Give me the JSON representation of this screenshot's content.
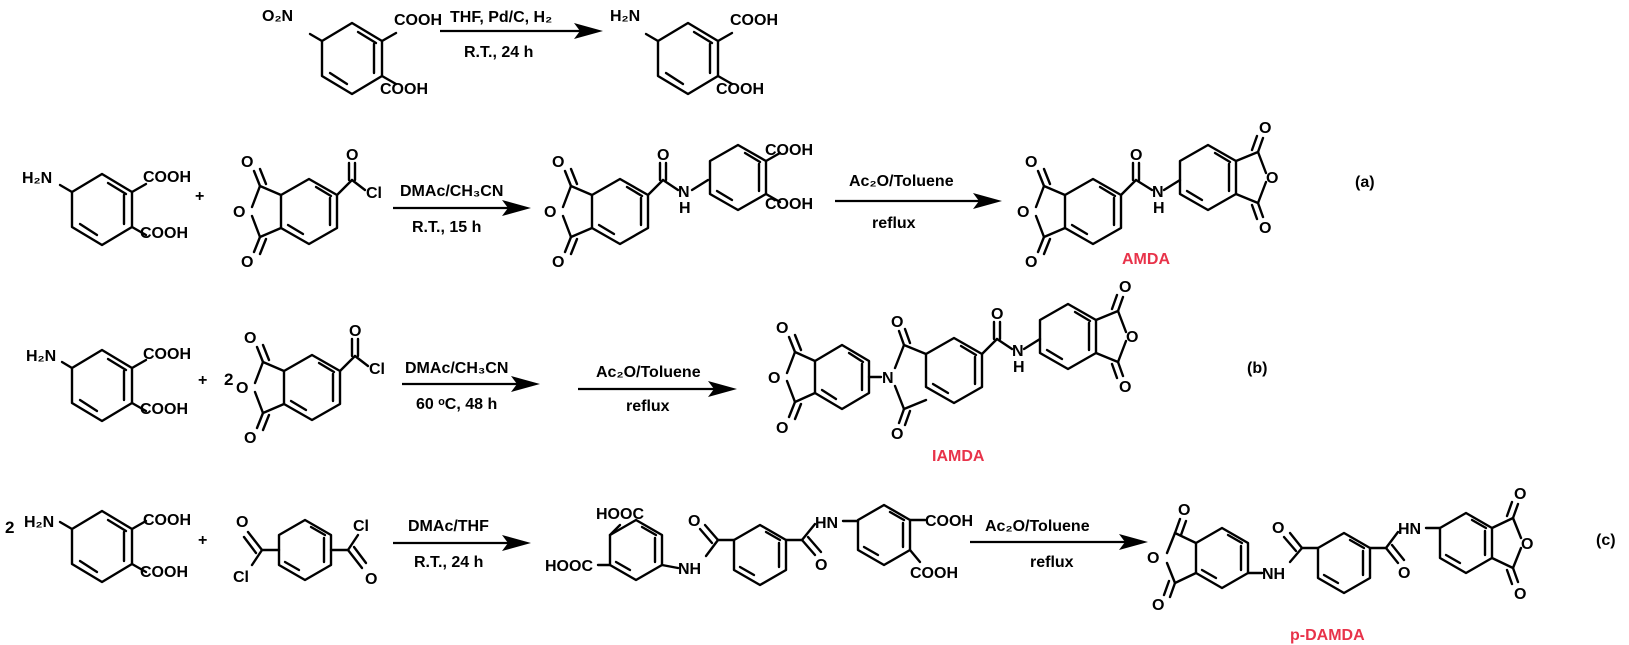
{
  "colors": {
    "ink": "#000000",
    "highlight": "#e8334a",
    "background": "#ffffff"
  },
  "reaction_0": {
    "conditions_top": "THF, Pd/C, H₂",
    "conditions_bottom": "R.T., 24 h",
    "reactant": {
      "nitro": "O₂N",
      "acid_1": "COOH",
      "acid_2": "COOH"
    },
    "product": {
      "amine": "H₂N",
      "acid_1": "COOH",
      "acid_2": "COOH"
    }
  },
  "reaction_a": {
    "tag": "(a)",
    "plus": "+",
    "reactant_amine": {
      "amine": "H₂N",
      "acid_1": "COOH",
      "acid_2": "COOH"
    },
    "reactant_chloride": {
      "o_1": "O",
      "o_2": "O",
      "o_3": "O",
      "o_4": "O",
      "cl": "Cl"
    },
    "step1_top": "DMAc/CH₃CN",
    "step1_bottom": "R.T., 15 h",
    "intermediate": {
      "o_1": "O",
      "o_2": "O",
      "o_3": "O",
      "o_4": "O",
      "nh": "N",
      "nh_h": "H",
      "acid_1": "COOH",
      "acid_2": "COOH"
    },
    "step2_top": "Ac₂O/Toluene",
    "step2_bottom": "reflux",
    "product": {
      "o_1": "O",
      "o_2": "O",
      "o_3": "O",
      "o_4": "O",
      "o_5": "O",
      "o_6": "O",
      "o_7": "O",
      "nh": "N",
      "nh_h": "H"
    },
    "product_name": "AMDA"
  },
  "reaction_b": {
    "tag": "(b)",
    "plus": "+",
    "coefficient": "2",
    "reactant_amine": {
      "amine": "H₂N",
      "acid_1": "COOH",
      "acid_2": "COOH"
    },
    "reactant_chloride": {
      "o_1": "O",
      "o_2": "O",
      "o_3": "O",
      "o_4": "O",
      "cl": "Cl"
    },
    "step1_top": "DMAc/CH₃CN",
    "step1_bottom": "60 ᵒC, 48 h",
    "step2_top": "Ac₂O/Toluene",
    "step2_bottom": "reflux",
    "product": {
      "o_1": "O",
      "o_2": "O",
      "o_3": "O",
      "o_4": "O",
      "o_5": "O",
      "o_6": "O",
      "o_7": "O",
      "o_8": "O",
      "o_9": "O",
      "imide_n": "N",
      "nh": "N",
      "nh_h": "H"
    },
    "product_name": "IAMDA"
  },
  "reaction_c": {
    "tag": "(c)",
    "plus": "+",
    "coefficient": "2",
    "reactant_amine": {
      "amine": "H₂N",
      "acid_1": "COOH",
      "acid_2": "COOH"
    },
    "reactant_dichloride": {
      "o_1": "O",
      "o_2": "O",
      "cl_1": "Cl",
      "cl_2": "Cl"
    },
    "step1_top": "DMAc/THF",
    "step1_bottom": "R.T., 24 h",
    "intermediate": {
      "acid_1": "HOOC",
      "acid_2": "HOOC",
      "acid_3": "COOH",
      "acid_4": "COOH",
      "o_1": "O",
      "o_2": "O",
      "nh_1": "NH",
      "nh_2": "HN"
    },
    "step2_top": "Ac₂O/Toluene",
    "step2_bottom": "reflux",
    "product": {
      "o_1": "O",
      "o_2": "O",
      "o_3": "O",
      "o_4": "O",
      "o_5": "O",
      "o_6": "O",
      "o_7": "O",
      "o_8": "O",
      "nh_1": "NH",
      "nh_2": "HN"
    },
    "product_name": "p-DAMDA"
  }
}
